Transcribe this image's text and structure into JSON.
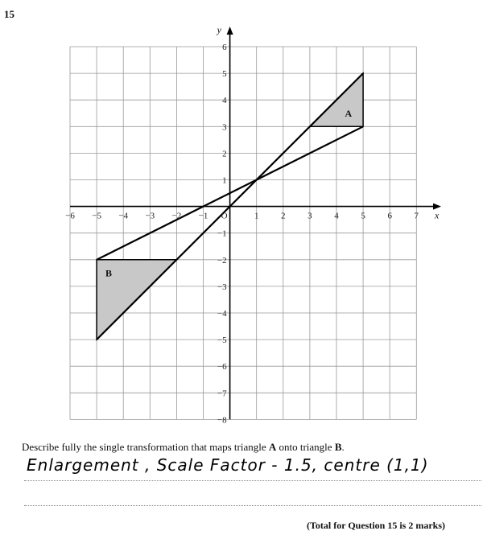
{
  "question": {
    "number": "15",
    "prompt": {
      "before": "Describe fully the single transformation that maps triangle ",
      "a": "A",
      "middle": " onto triangle ",
      "b": "B",
      "after": "."
    },
    "handwritten_answer": "Enlargement , Scale Factor - 1.5, centre (1,1)",
    "total": "(Total for Question 15 is 2 marks)"
  },
  "graph": {
    "x_axis_label": "x",
    "y_axis_label": "y",
    "x_range": [
      -6,
      7
    ],
    "y_range": [
      -8,
      6
    ],
    "x_tick_labels": [
      "−6",
      "−5",
      "−4",
      "−3",
      "−2",
      "−1",
      "O",
      "1",
      "2",
      "3",
      "4",
      "5",
      "6",
      "7"
    ],
    "y_tick_labels": [
      "6",
      "5",
      "4",
      "3",
      "2",
      "1",
      "−1",
      "−2",
      "−3",
      "−4",
      "−5",
      "−6",
      "−7",
      "−8"
    ],
    "triangles": [
      {
        "label": "A",
        "vertices": [
          [
            3,
            3
          ],
          [
            5,
            3
          ],
          [
            5,
            5
          ]
        ]
      },
      {
        "label": "B",
        "vertices": [
          [
            -5,
            -2
          ],
          [
            -2,
            -2
          ],
          [
            -5,
            -5
          ]
        ]
      }
    ],
    "construction_lines": [
      {
        "from": [
          -5,
          -2
        ],
        "to": [
          5,
          3
        ]
      },
      {
        "from": [
          -5,
          -5
        ],
        "to": [
          5,
          5
        ]
      }
    ],
    "grid": true,
    "colors": {
      "triangle_fill": "#c8c8c8",
      "grid": "#999999",
      "lines": "#000000"
    }
  }
}
